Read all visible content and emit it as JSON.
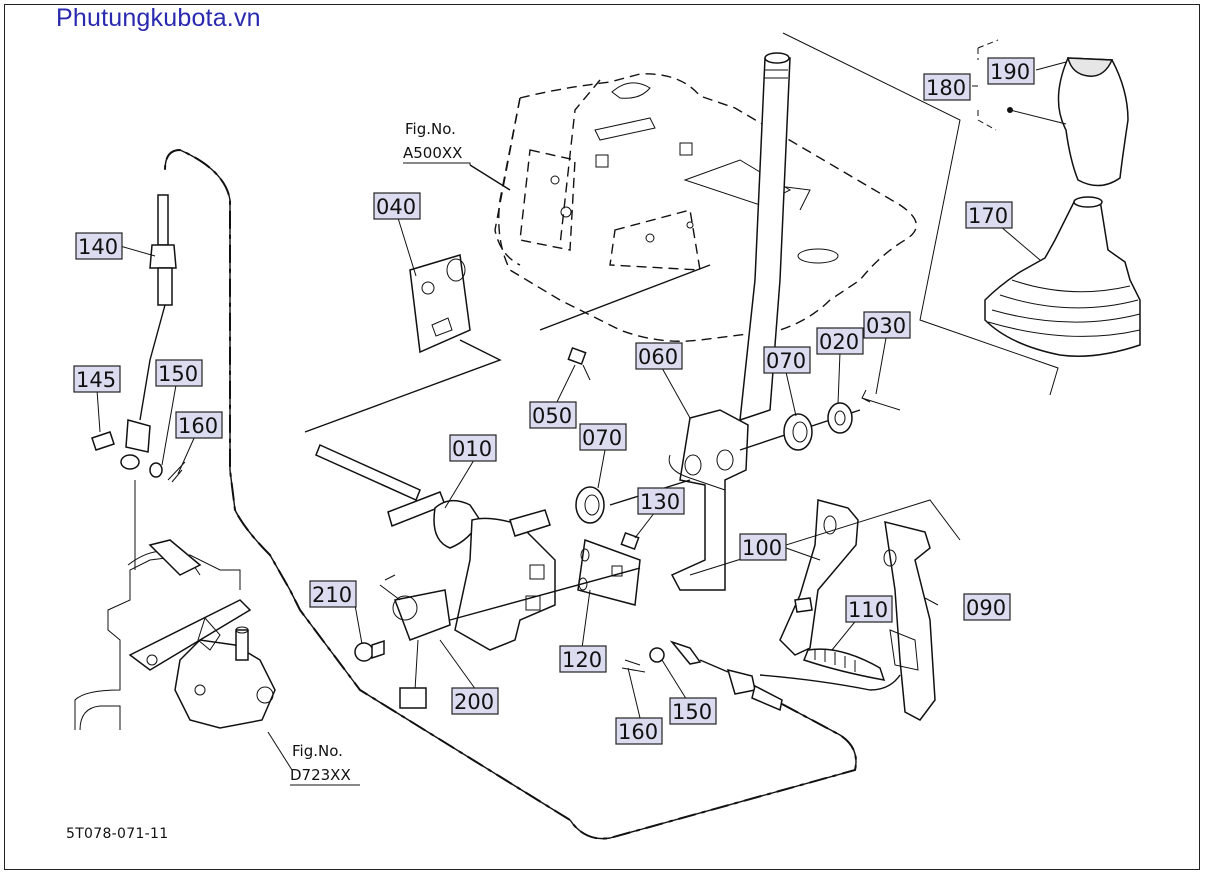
{
  "brand": "Phutungkubota.vn",
  "drawing_number": "5T078-071-11",
  "references": [
    {
      "line1": "Fig.No.",
      "line2": "A500XX"
    },
    {
      "line1": "Fig.No.",
      "line2": "D723XX"
    }
  ],
  "part_labels": [
    "190",
    "180",
    "170",
    "040",
    "140",
    "145",
    "150",
    "160",
    "050",
    "060",
    "070",
    "020",
    "030",
    "010",
    "070",
    "130",
    "100",
    "090",
    "110",
    "120",
    "210",
    "200",
    "150",
    "160"
  ],
  "colors": {
    "brand_text": "#2a2ab0",
    "label_box": "#dcdcf0",
    "line": "#111111"
  }
}
